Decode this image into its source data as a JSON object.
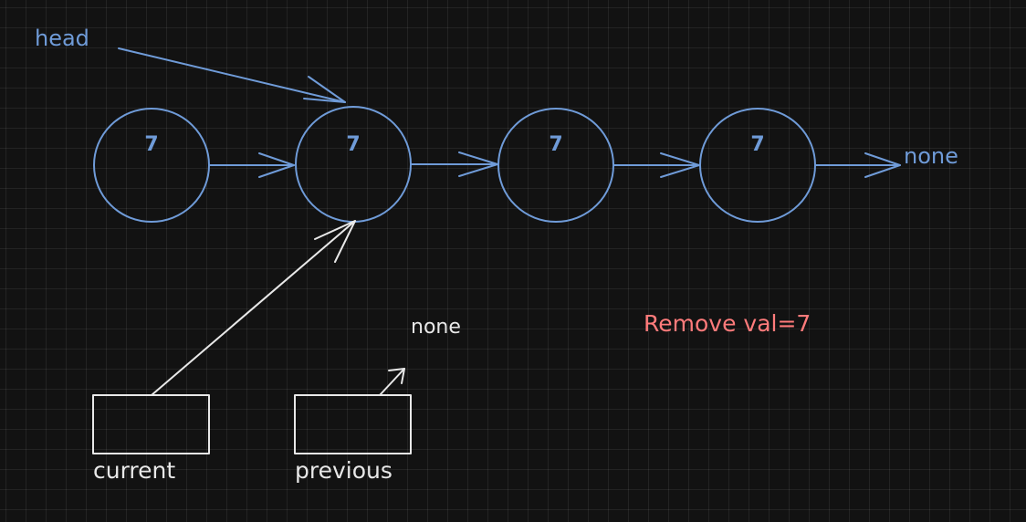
{
  "labels": {
    "head": "head",
    "tail_none": "none",
    "prev_none": "none",
    "current": "current",
    "previous": "previous",
    "note": "Remove val=7"
  },
  "nodes": [
    "7",
    "7",
    "7",
    "7"
  ],
  "colors": {
    "background": "#121212",
    "list": "#6f9bd8",
    "pointer": "#e8e8e8",
    "note": "#ff7b7b"
  }
}
